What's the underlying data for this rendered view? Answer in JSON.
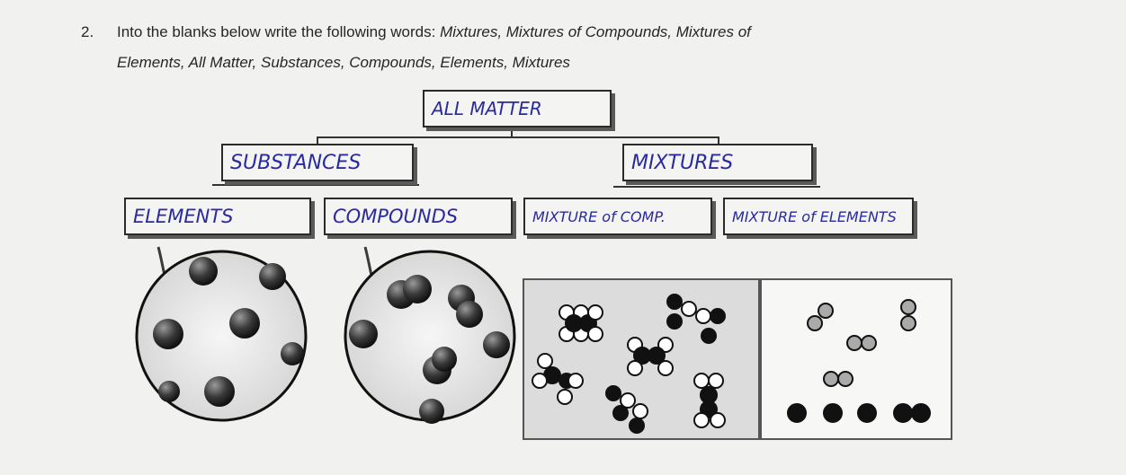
{
  "question": {
    "number": "2.",
    "lead": "Into the blanks below write the following words:",
    "words_line1": "Mixtures, Mixtures of Compounds, Mixtures of",
    "words_line2": "Elements,  All Matter,  Substances, Compounds, Elements, Mixtures"
  },
  "blanks": {
    "all_matter": "ALL MATTER",
    "substances": "SUBSTANCES",
    "mixtures": "MIXTURES",
    "elements": "ELEMENTS",
    "compounds": "COMPOUNDS",
    "mixture_compounds": "MIXTURE of COMP.",
    "mixture_elements": "MIXTURE of ELEMENTS"
  },
  "colors": {
    "ink": "#2a2aa0",
    "particle": "#2b2b2b"
  }
}
